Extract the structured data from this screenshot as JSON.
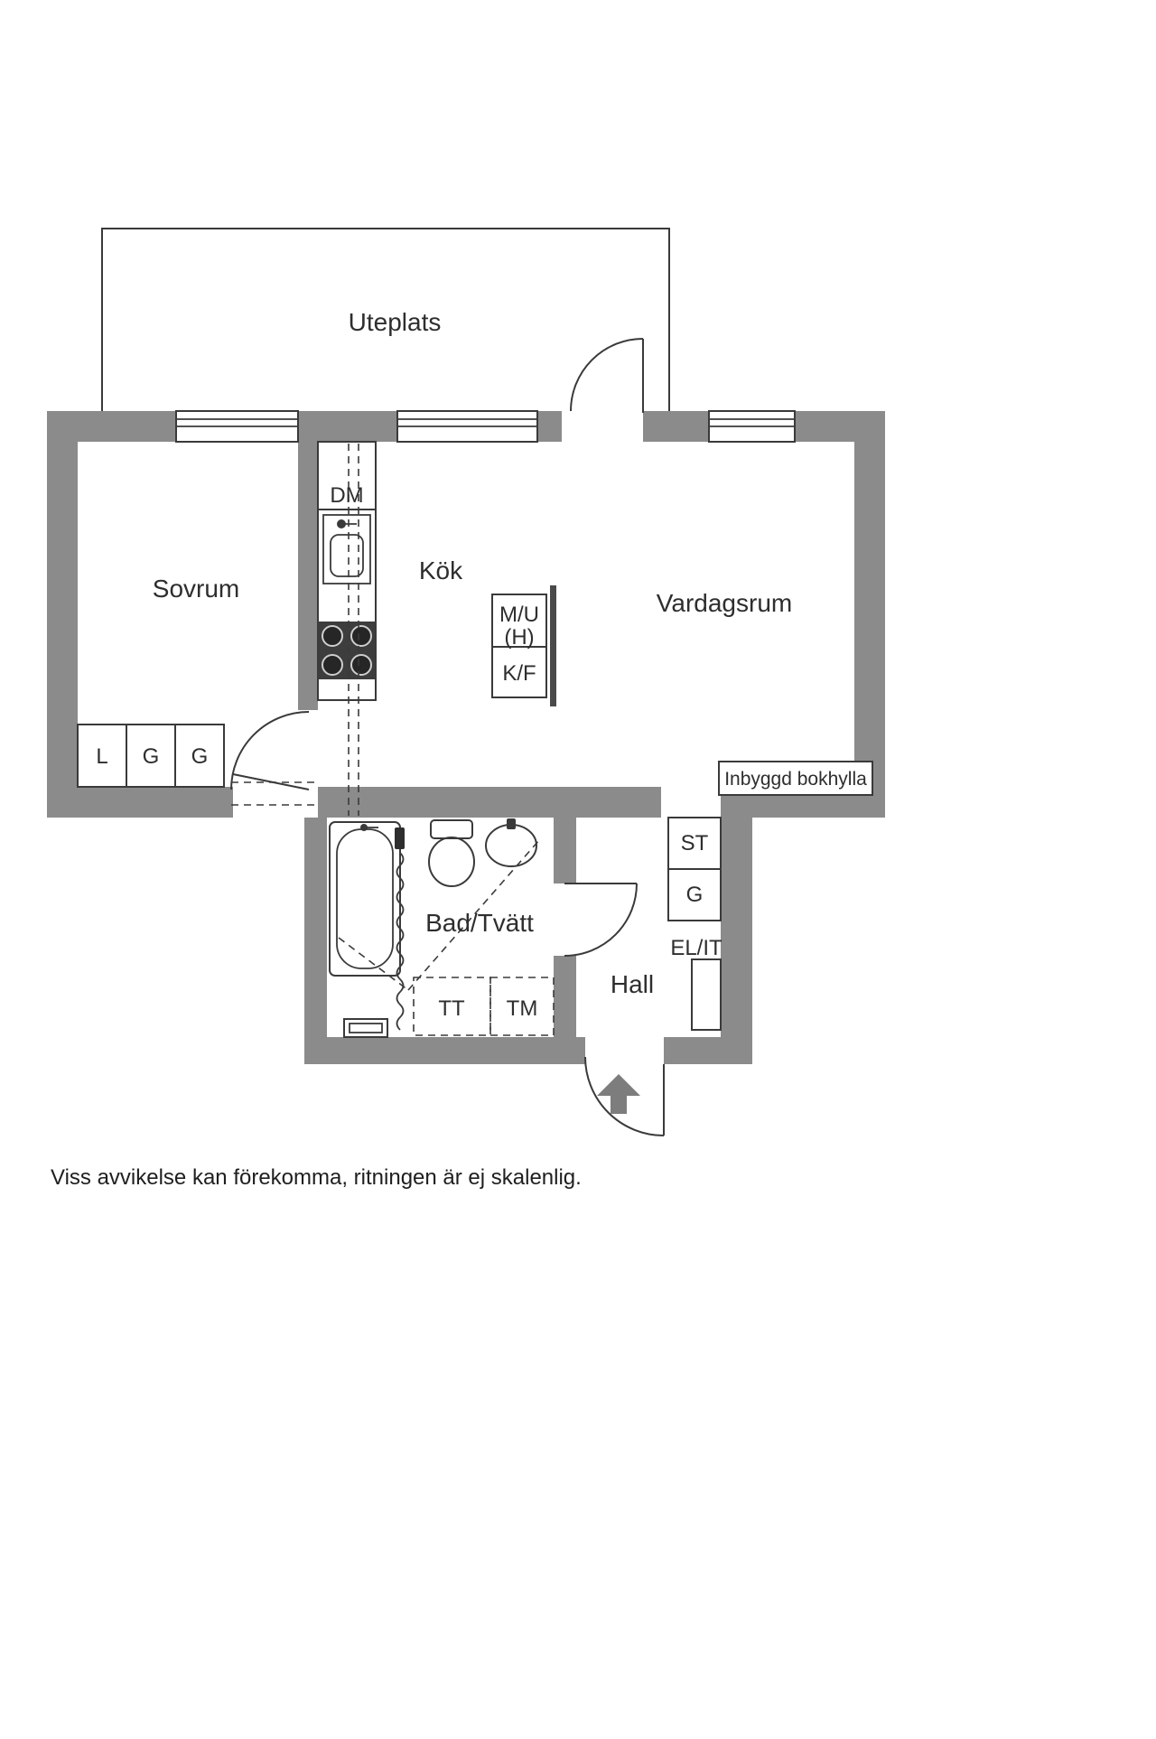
{
  "caption": "Viss avvikelse kan förekomma, ritningen är ej skalenlig.",
  "rooms": {
    "uteplats": "Uteplats",
    "sovrum": "Sovrum",
    "kok": "Kök",
    "vardagsrum": "Vardagsrum",
    "badtvatt": "Bad/Tvätt",
    "hall": "Hall"
  },
  "labels": {
    "dm": "DM",
    "mu_line1": "M/U",
    "mu_line2": "(H)",
    "kf": "K/F",
    "closet_l": "L",
    "closet_g1": "G",
    "closet_g2": "G",
    "bookshelf": "Inbyggd bokhylla",
    "st": "ST",
    "hall_g": "G",
    "el_it": "EL/IT",
    "tt": "TT",
    "tm": "TM"
  },
  "colors": {
    "wall": "#8b8b8b",
    "line": "#3a3a3a",
    "stove": "#3d3d3d",
    "arrow": "#7d7d7d",
    "text": "#2e2e2e",
    "background": "#ffffff"
  }
}
